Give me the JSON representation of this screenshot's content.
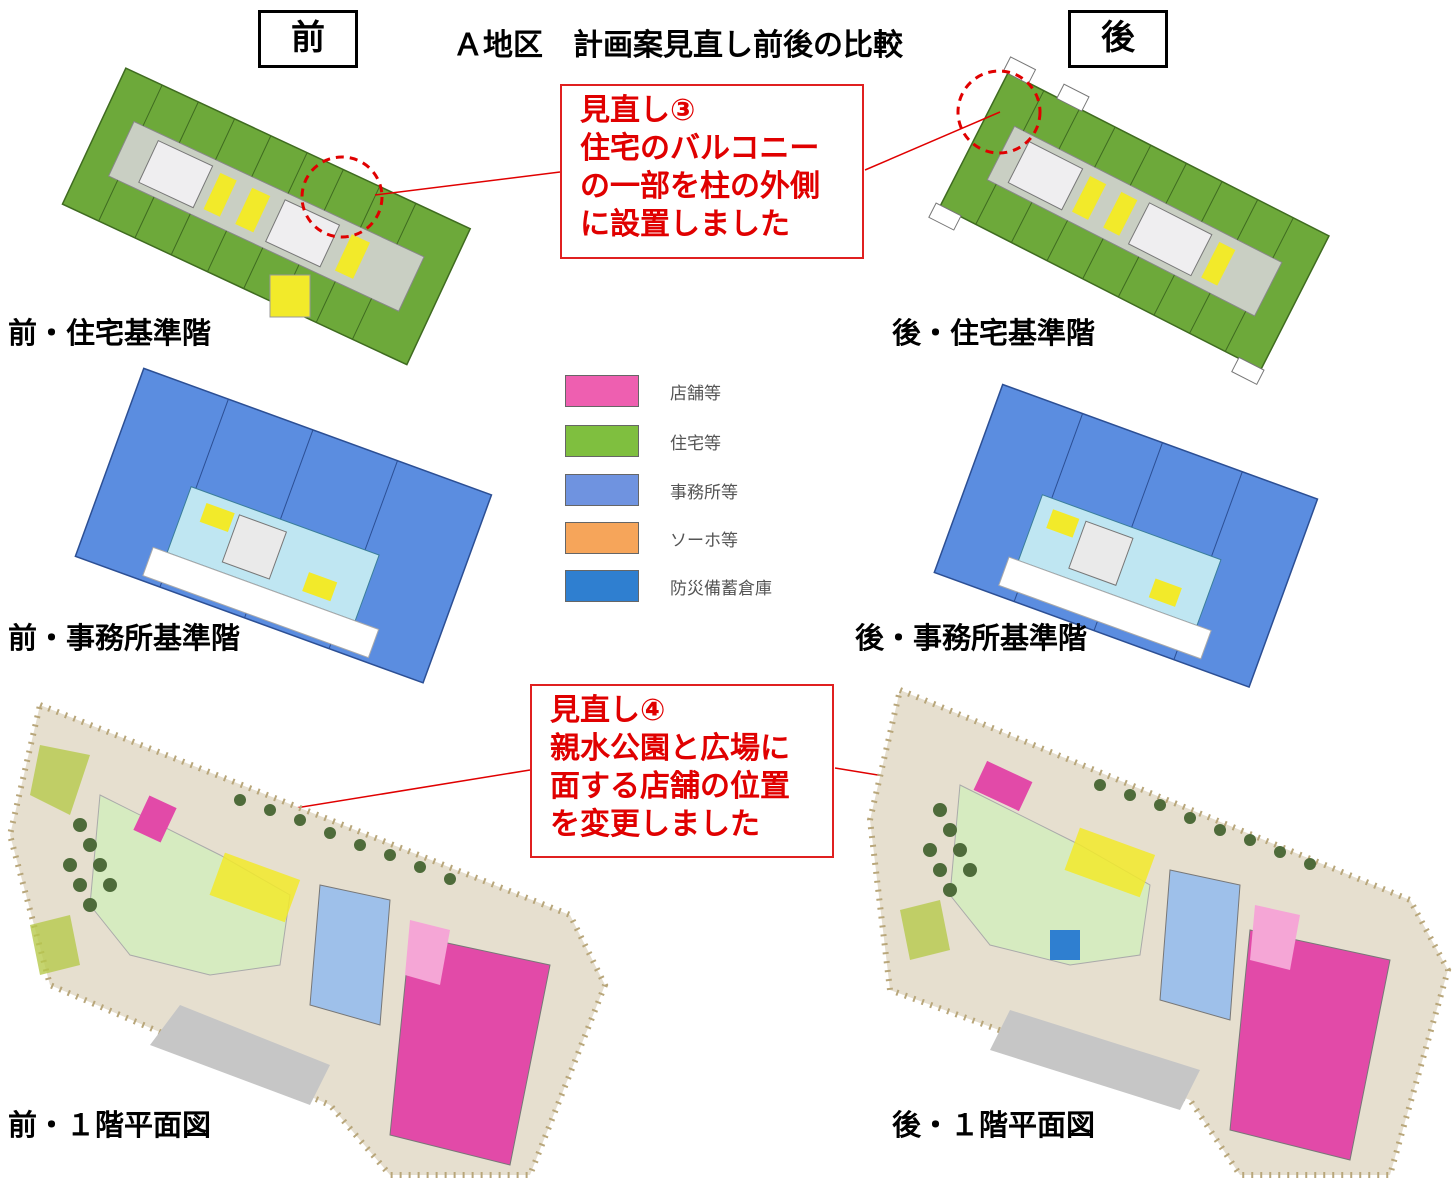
{
  "labels": {
    "before": "前",
    "after": "後"
  },
  "title": "Ａ地区　計画案見直し前後の比較",
  "captions": {
    "before_residential": "前・住宅基準階",
    "after_residential": "後・住宅基準階",
    "before_office": "前・事務所基準階",
    "after_office": "後・事務所基準階",
    "before_first_floor": "前・１階平面図",
    "after_first_floor": "後・１階平面図"
  },
  "callouts": {
    "revision3": {
      "lines": [
        "見直し③",
        "住宅のバルコニー",
        "の一部を柱の外側",
        "に設置しました"
      ]
    },
    "revision4": {
      "lines": [
        "見直し④",
        "親水公園と広場に",
        "面する店舗の位置",
        "を変更しました"
      ]
    }
  },
  "legend": [
    {
      "label": "店舗等",
      "color": "#ee5fb0"
    },
    {
      "label": "住宅等",
      "color": "#7fbf3f"
    },
    {
      "label": "事務所等",
      "color": "#6f93e0"
    },
    {
      "label": "ソーホ等",
      "color": "#f6a55a"
    },
    {
      "label": "防災備蓄倉庫",
      "color": "#2f7fd0"
    }
  ],
  "colors": {
    "callout_red": "#e00000",
    "residential": "#6da93a",
    "office": "#5b8de0",
    "retail": "#e24aa8",
    "plaza": "#d6ebc0",
    "paving": "#e6dfcf"
  }
}
